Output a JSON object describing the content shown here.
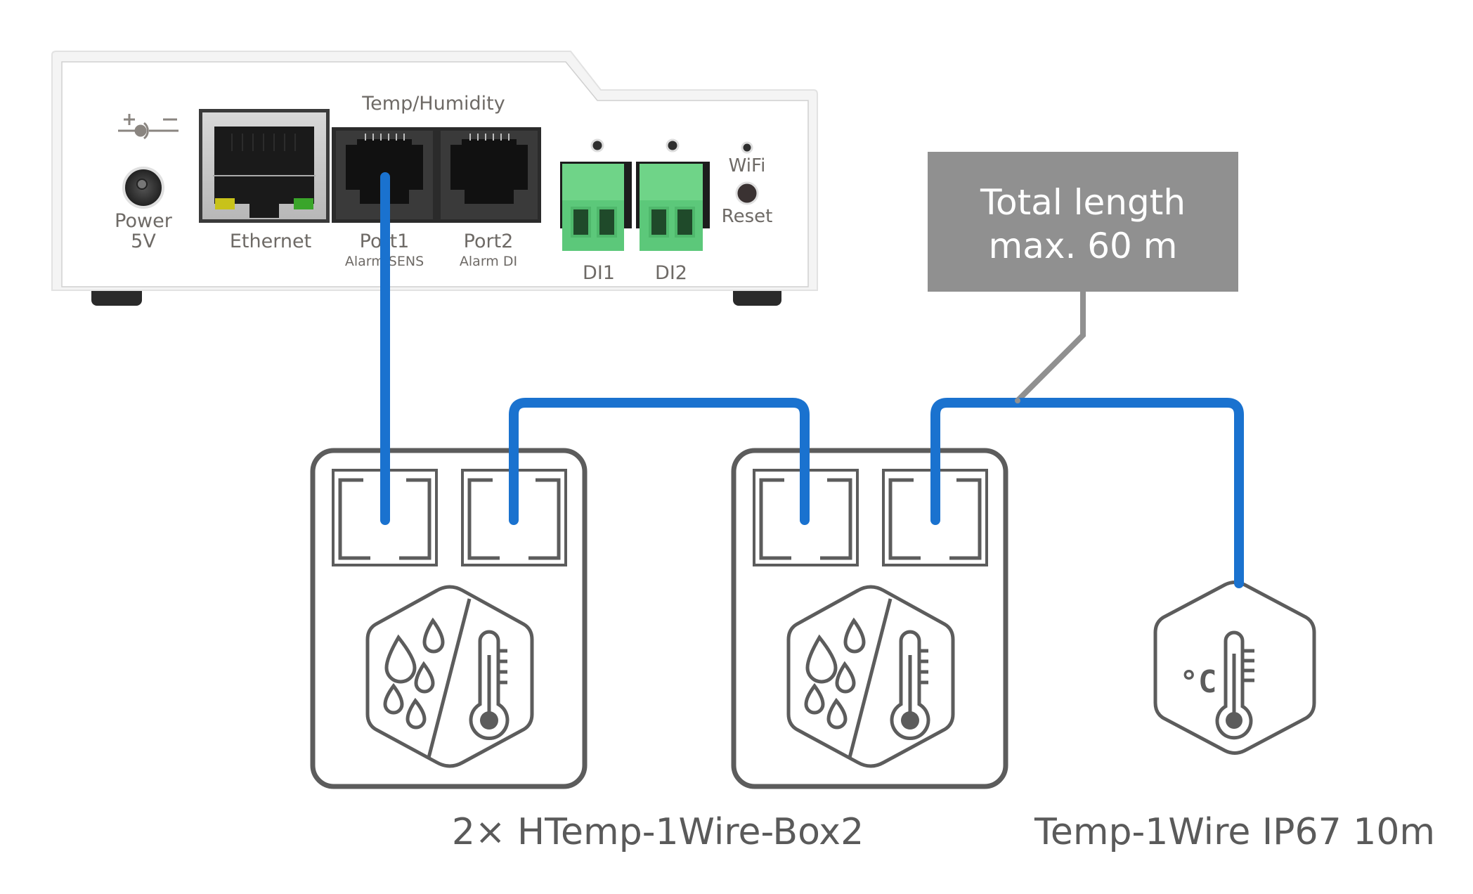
{
  "device": {
    "name": "controller-unit",
    "labels": {
      "section_title": "Temp/Humidity",
      "power": "Power",
      "power_voltage": "5V",
      "ethernet": "Ethernet",
      "port1": "Port1",
      "port1_sub": "Alarm SENS",
      "port2": "Port2",
      "port2_sub": "Alarm DI",
      "di1": "DI1",
      "di2": "DI2",
      "wifi": "WiFi",
      "reset": "Reset"
    }
  },
  "callout": {
    "line1": "Total length",
    "line2": "max. 60 m"
  },
  "sensors": [
    {
      "type": "humidity-temperature-box",
      "ports": 2
    },
    {
      "type": "humidity-temperature-box",
      "ports": 2
    },
    {
      "type": "temperature-probe",
      "glyph": "°C"
    }
  ],
  "captions": {
    "boxes": "2× HTemp-1Wire-Box2",
    "probe": "Temp-1Wire IP67 10m"
  },
  "colors": {
    "wire": "#1a72cf",
    "outline": "#5c5c5c",
    "callout_bg": "#909090",
    "callout_text": "#ffffff",
    "terminal_green": "#5cc87a"
  }
}
